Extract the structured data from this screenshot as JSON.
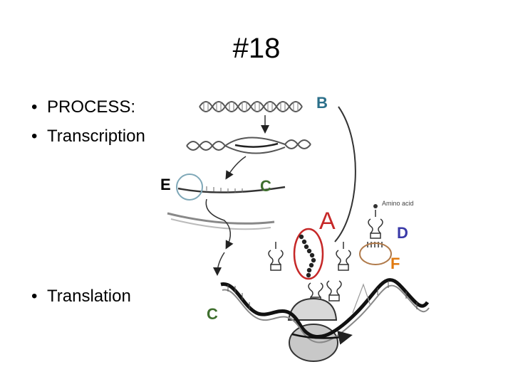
{
  "slide": {
    "title": "#18",
    "bullets": [
      "PROCESS:",
      "Transcription",
      "Translation"
    ],
    "bullet_glyph": "•"
  },
  "labels": {
    "A": "A",
    "B": "B",
    "C_top": "C",
    "C_bottom": "C",
    "D": "D",
    "E": "E",
    "F": "F",
    "amino_acid": "Amino acid"
  },
  "colors": {
    "label_B": "#2b6f8a",
    "label_C": "#3f6f2e",
    "label_A": "#c62828",
    "label_D": "#3a3aa8",
    "label_F": "#e07a10",
    "circle_E": "#7fa8b8",
    "circle_A": "#c62828",
    "circle_F": "#b07a4a"
  }
}
